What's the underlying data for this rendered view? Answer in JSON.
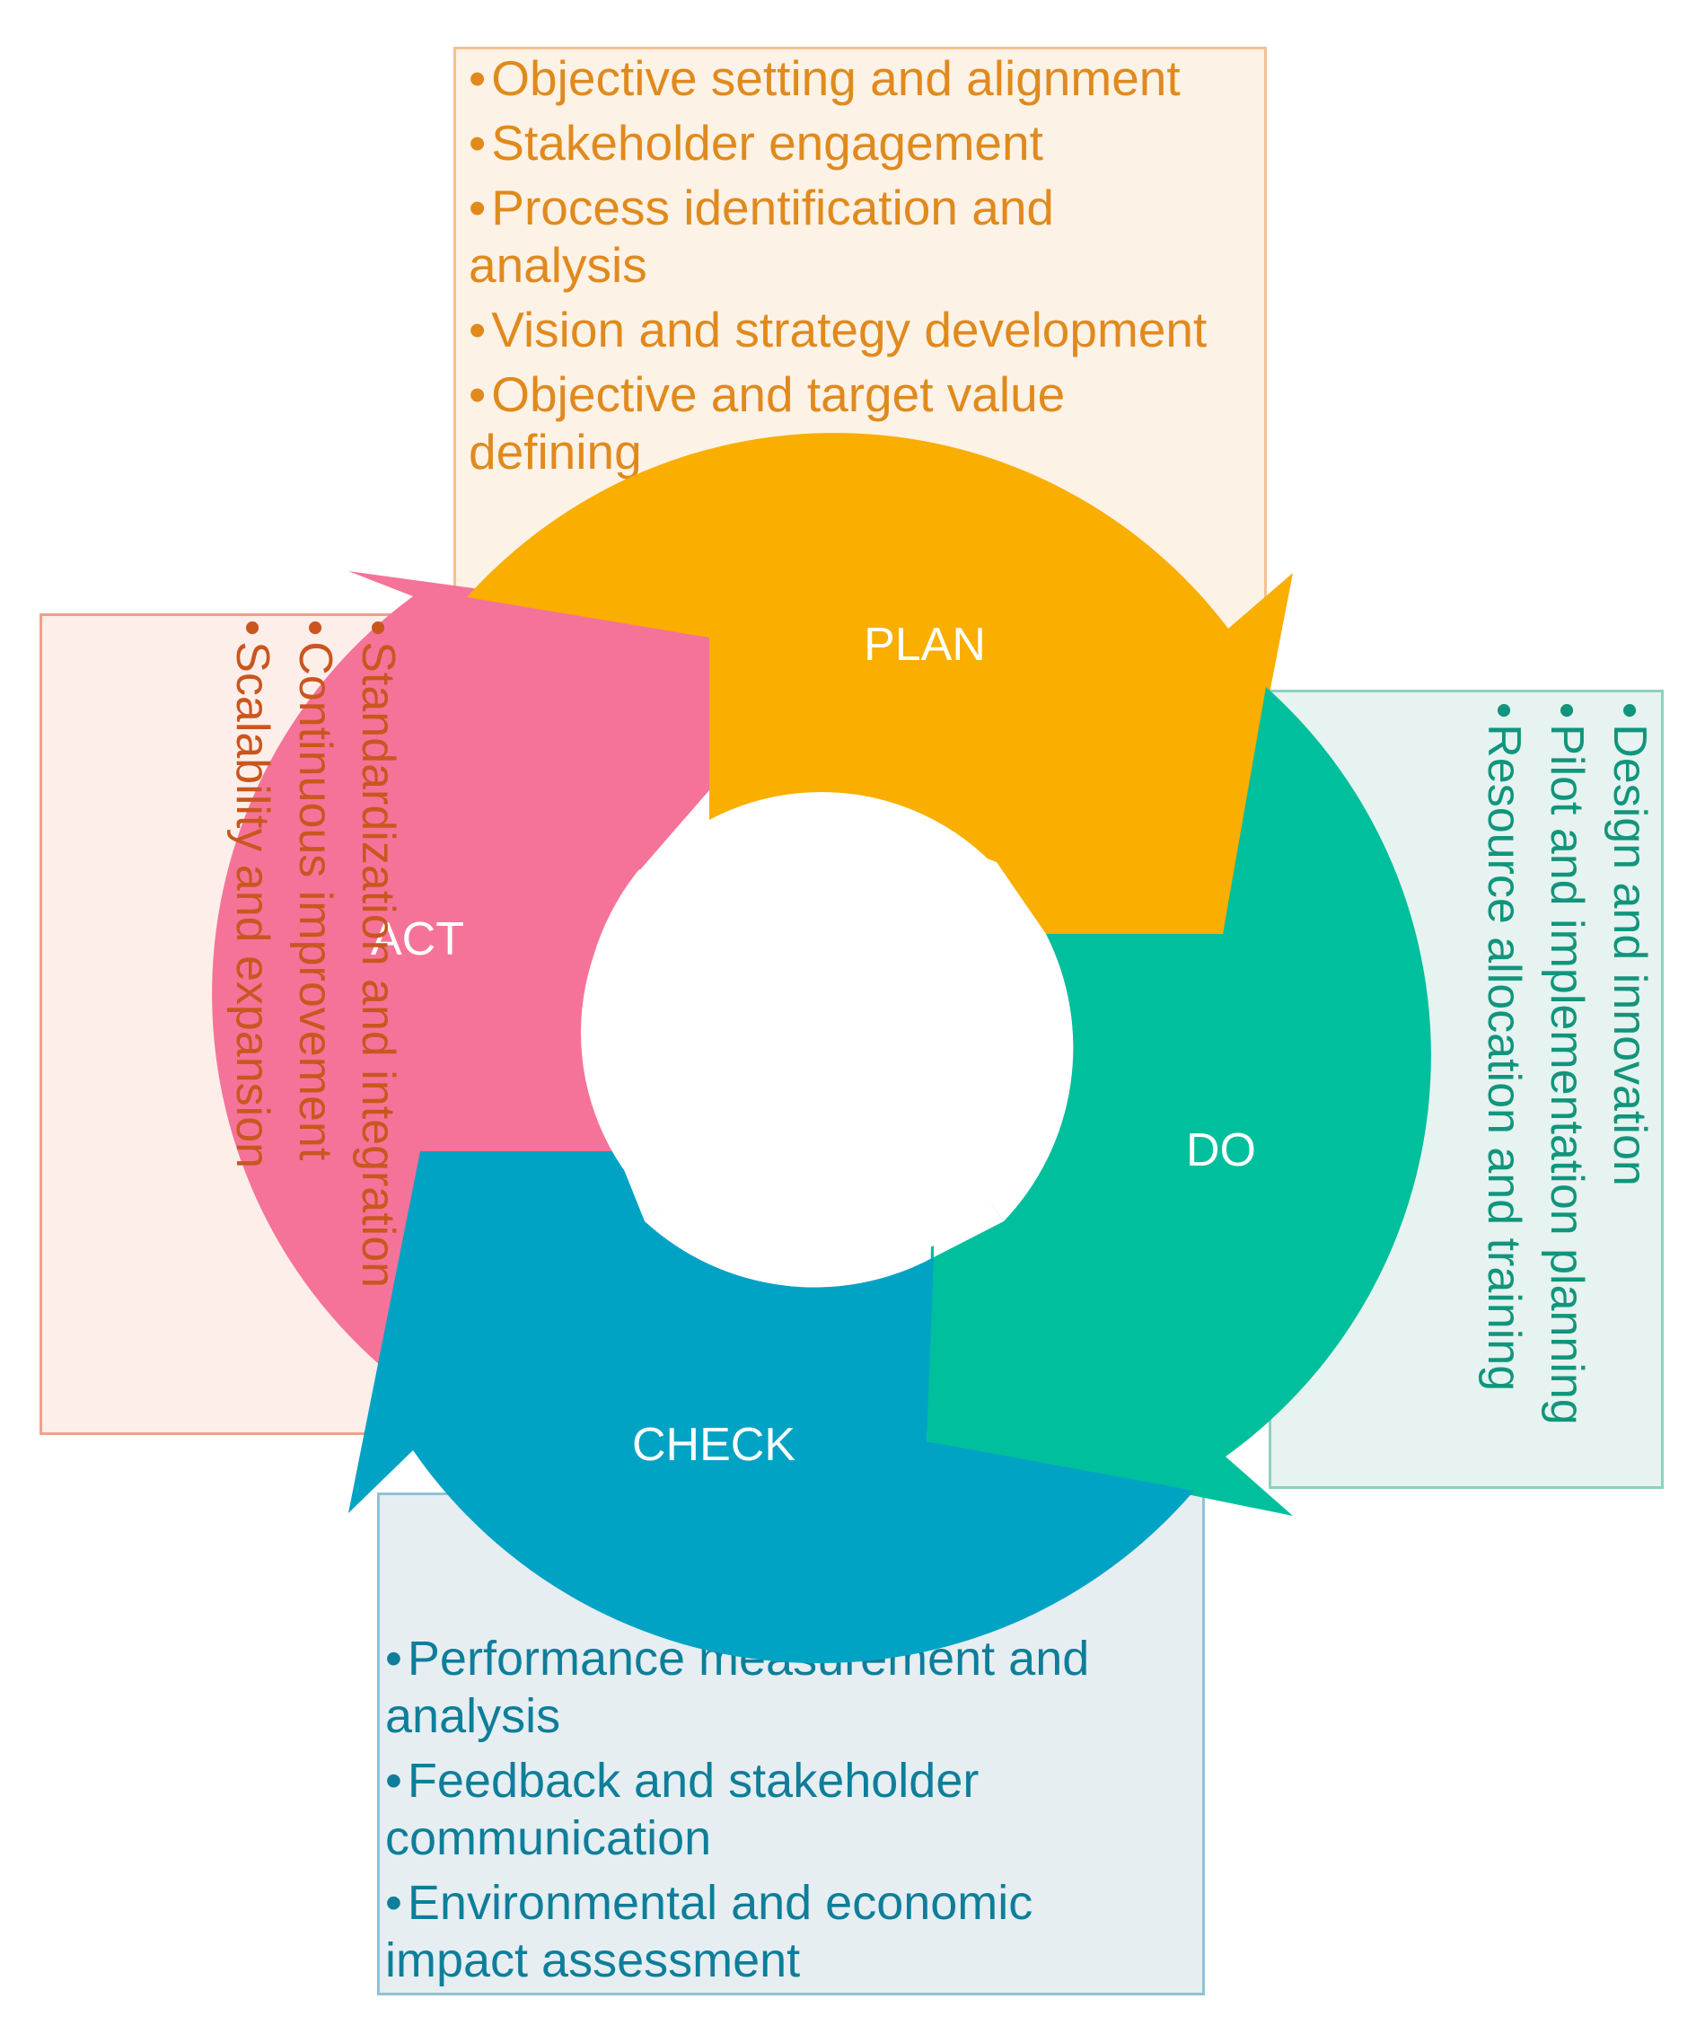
{
  "plan": {
    "label": "PLAN",
    "color": "#f9ae00",
    "items": [
      "Objective setting and alignment",
      "Stakeholder engagement",
      "Process identification and analysis",
      "Vision and strategy development",
      "Objective and target value defining"
    ]
  },
  "do": {
    "label": "DO",
    "color": "#00bf9c",
    "items": [
      "Design and innovation",
      "Pilot and implementation planning",
      "Resource allocation and training"
    ]
  },
  "check": {
    "label": "CHECK",
    "color": "#00a3c4",
    "items": [
      "Performance measurement and analysis",
      "Feedback and stakeholder communication",
      "Environmental and economic impact assessment"
    ]
  },
  "act": {
    "label": "ACT",
    "color": "#f57398",
    "items": [
      "Standardization and integration",
      "Continuous improvement",
      "Scalability and expansion"
    ]
  },
  "bullet_glyph": "•"
}
